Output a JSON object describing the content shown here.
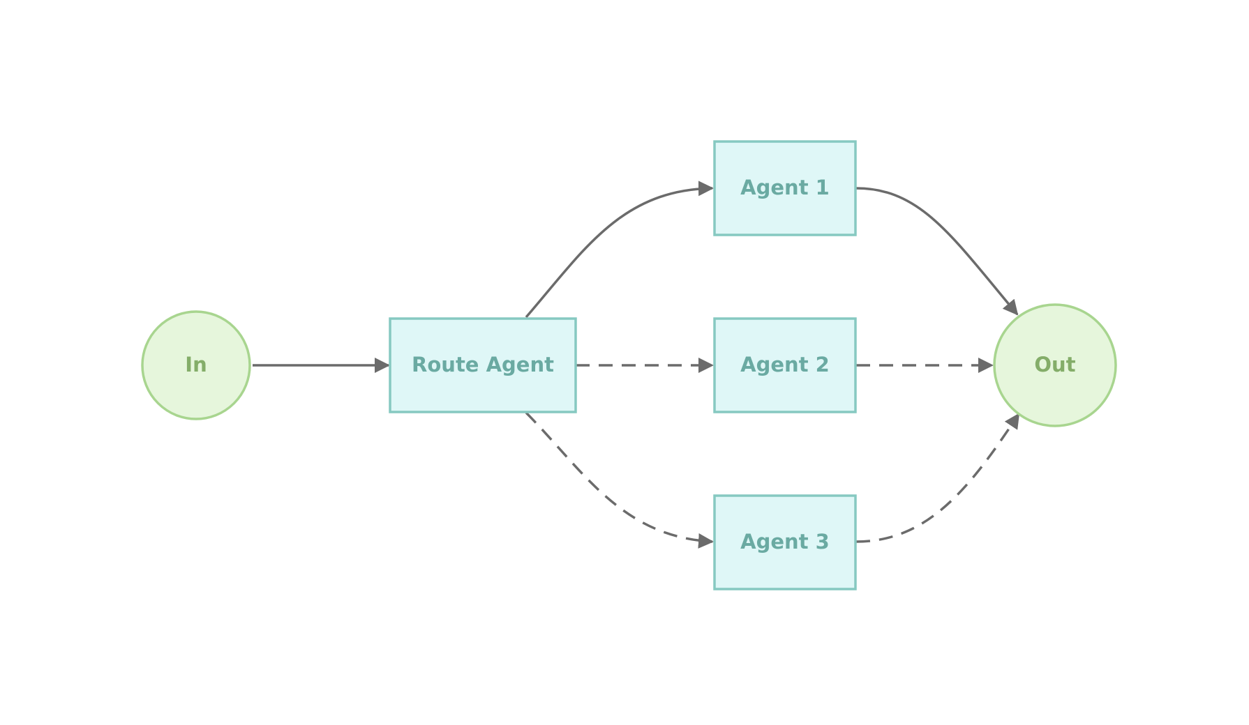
{
  "diagram": {
    "nodes": [
      {
        "id": "in",
        "label": "In",
        "shape": "circle"
      },
      {
        "id": "route",
        "label": "Route Agent",
        "shape": "rect"
      },
      {
        "id": "agent1",
        "label": "Agent 1",
        "shape": "rect"
      },
      {
        "id": "agent2",
        "label": "Agent 2",
        "shape": "rect"
      },
      {
        "id": "agent3",
        "label": "Agent 3",
        "shape": "rect"
      },
      {
        "id": "out",
        "label": "Out",
        "shape": "circle"
      }
    ],
    "edges": [
      {
        "from": "in",
        "to": "route",
        "style": "solid"
      },
      {
        "from": "route",
        "to": "agent1",
        "style": "solid"
      },
      {
        "from": "route",
        "to": "agent2",
        "style": "dashed"
      },
      {
        "from": "route",
        "to": "agent3",
        "style": "dashed"
      },
      {
        "from": "agent1",
        "to": "out",
        "style": "solid"
      },
      {
        "from": "agent2",
        "to": "out",
        "style": "dashed"
      },
      {
        "from": "agent3",
        "to": "out",
        "style": "dashed"
      }
    ],
    "colors": {
      "circle_fill": "#e6f6dc",
      "circle_stroke": "#a8d58f",
      "circle_text": "#84ad69",
      "rect_fill": "#dff7f7",
      "rect_stroke": "#86c9c1",
      "rect_text": "#6aaaa2",
      "edge": "#6b6b6b"
    }
  }
}
